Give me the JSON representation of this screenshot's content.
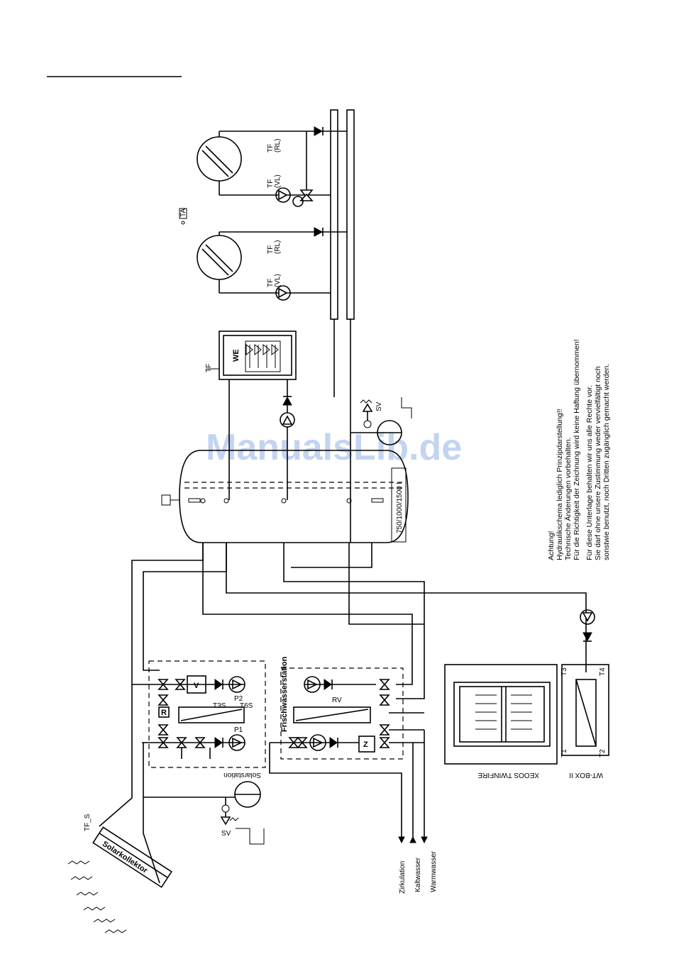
{
  "watermark": "ManualsLib.de",
  "labels": {
    "tf_top1": "TF",
    "rl": "(RL)",
    "vl": "(VL)",
    "ta": "TA",
    "we": "WE",
    "sv": "SV",
    "tank_size": "750/1000/1500 l",
    "tf_s": "TF_S",
    "solarkollektor": "Solarkollektor",
    "solarstation": "Solarstation",
    "frischwasserstation": "Frischwasserstation",
    "xeoos_twinfire": "XEOOS TWINFIRE",
    "wt_box": "WT-BOX II",
    "v": "V",
    "r": "R",
    "z": "Z",
    "p1": "P1",
    "p2": "P2",
    "t3s": "T3S",
    "t6s": "T6S",
    "rv": "RV",
    "t1": "T1",
    "t2": "T2",
    "t3": "T3",
    "t4": "T4",
    "zirkulation": "Zirkulation",
    "kaltwasser": "Kaltwasser",
    "warmwasser": "Warmwasser"
  },
  "notice": [
    "Achtung!",
    "Hydraulikschema lediglich Prinzipdarstellung!!",
    "Technische Änderungen vorbehalten.",
    "Für die Richtigkeit der Zeichnung wird keine Haftung übernommen!",
    "Für diese Unterlage behalten wir uns alle Rechte vor.",
    "Sie darf ohne unsere Zustimmung weder vervielfältigt noch",
    "sonstwie benutzt, noch Dritten zugänglich gemacht werden."
  ]
}
